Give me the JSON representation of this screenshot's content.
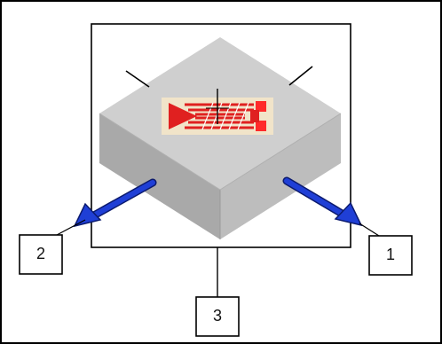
{
  "callouts": [
    {
      "id": "callout-1",
      "label": "1"
    },
    {
      "id": "callout-2",
      "label": "2"
    },
    {
      "id": "callout-3",
      "label": "3"
    }
  ],
  "colors": {
    "frame": "#000000",
    "block_top": "#cfcfcf",
    "block_left": "#a9a9a9",
    "block_right": "#bdbdbd",
    "arrow": "#1f3fd6",
    "arrow_edge": "#0b1a6e",
    "gauge_backing": "#f1e4c9",
    "gauge_element": "#e02020",
    "gauge_pad": "#ff2a2a"
  },
  "icons": {
    "block": "isometric-block-icon",
    "strain_gauge": "strain-gauge-icon",
    "arrow": "force-arrow-icon"
  }
}
